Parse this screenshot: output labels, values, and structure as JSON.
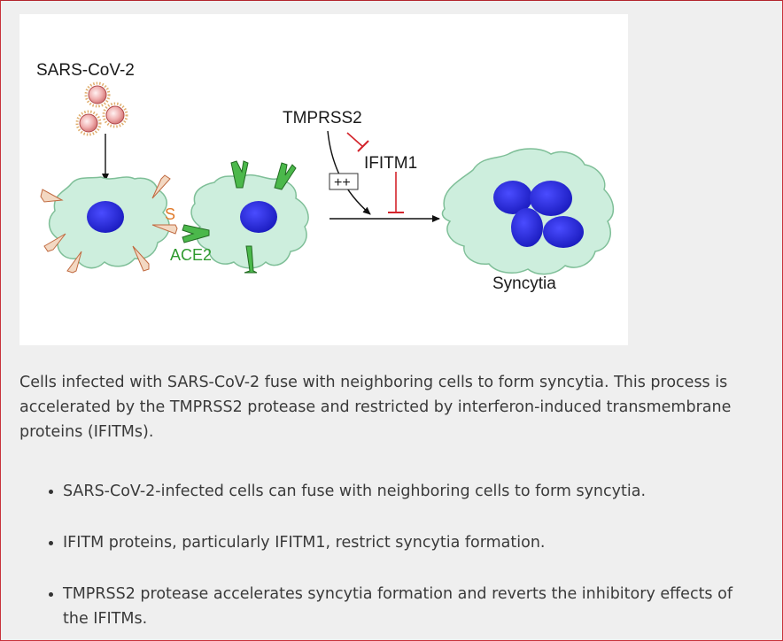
{
  "figure": {
    "virus_label": "SARS-CoV-2",
    "tmprss2_label": "TMPRSS2",
    "ifitm1_label": "IFITM1",
    "plus_label": "++",
    "spike_label": "S",
    "ace2_label": "ACE2",
    "syncytia_label": "Syncytia",
    "colors": {
      "cell_fill": "#cdeedd",
      "cell_stroke": "#7fbf98",
      "nucleus": "#2a2bd6",
      "virus": "#e8a0a0",
      "inhibit": "#d3242b",
      "ace2": "#2f9a2f",
      "spike": "#e07a2a"
    }
  },
  "caption": "Cells infected with SARS-CoV-2 fuse with neighboring cells to form syncytia. This process is accelerated by the TMPRSS2 protease and restricted by interferon-induced transmembrane proteins (IFITMs).",
  "bullets": [
    "SARS-CoV-2-infected cells can fuse with neighboring cells to form syncytia.",
    "IFITM proteins, particularly IFITM1, restrict syncytia formation.",
    "TMPRSS2 protease accelerates syncytia formation and reverts the inhibitory effects of the IFITMs."
  ]
}
